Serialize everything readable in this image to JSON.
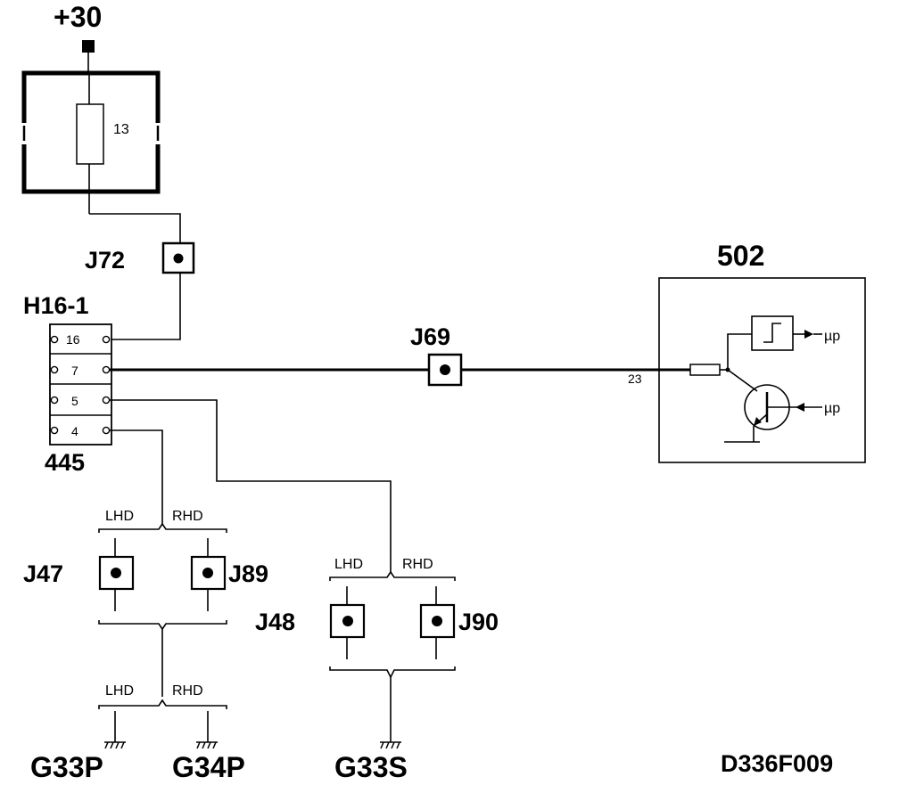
{
  "supply": {
    "label": "+30"
  },
  "fuse": {
    "label": "13"
  },
  "connector_block": {
    "name": "H16-1",
    "number": "445",
    "pins": [
      "16",
      "7",
      "5",
      "4"
    ]
  },
  "junctions": {
    "j72": "J72",
    "j69": "J69",
    "j47": "J47",
    "j89": "J89",
    "j48": "J48",
    "j90": "J90"
  },
  "module": {
    "number": "502",
    "pin": "23",
    "output_1": "µp",
    "output_2": "µp"
  },
  "branches": {
    "lhd": "LHD",
    "rhd": "RHD"
  },
  "grounds": {
    "g33p": "G33P",
    "g34p": "G34P",
    "g33s": "G33S"
  },
  "drawing_code": "D336F009"
}
